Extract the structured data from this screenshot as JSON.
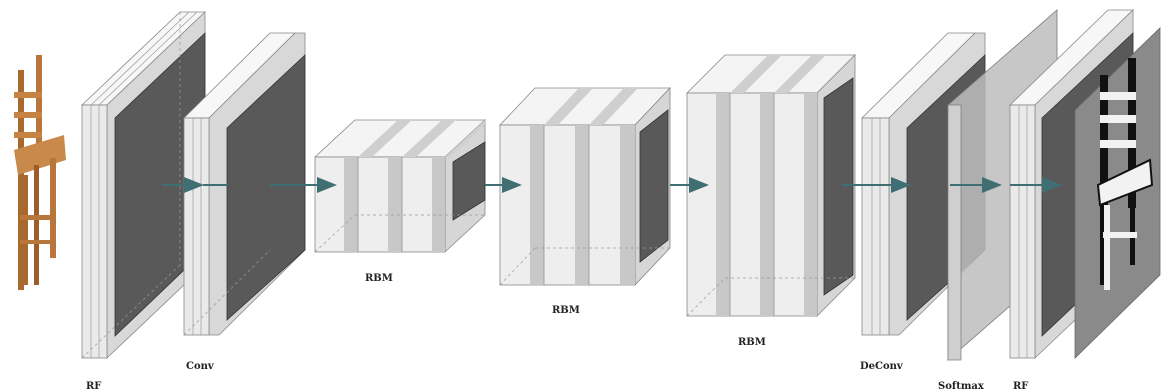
{
  "labels": {
    "rf_left": "RF",
    "conv": "Conv",
    "rbm1": "RBM",
    "rbm2": "RBM",
    "rbm3": "RBM",
    "deconv": "DeConv",
    "softmax": "Softmax",
    "rf_right": "RF"
  },
  "colors": {
    "arrow": "#3f6f72",
    "face": "#eeeeee",
    "side": "#d6d6d6",
    "top": "#f5f5f5",
    "dark": "#5b5b5b",
    "stripe": "#c9c9c9",
    "chair_wood": "#b8763a"
  }
}
